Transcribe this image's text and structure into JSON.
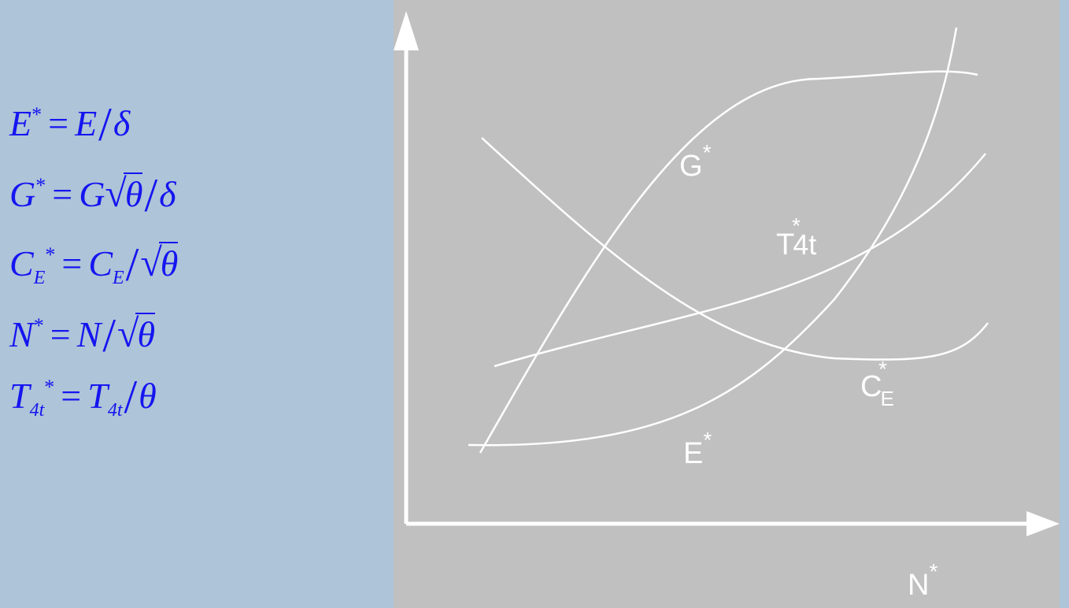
{
  "equations": [
    {
      "lhs": "E",
      "sup": "*",
      "sub": "",
      "rhs": [
        {
          "t": "E"
        },
        {
          "slash": true
        },
        {
          "t": "δ"
        }
      ]
    },
    {
      "lhs": "G",
      "sup": "*",
      "sub": "",
      "rhs": [
        {
          "t": "G"
        },
        {
          "sqrt": "θ"
        },
        {
          "slash": true
        },
        {
          "t": "δ"
        }
      ]
    },
    {
      "lhs": "C",
      "sup": "*",
      "sub": "E",
      "rhs": [
        {
          "t": "C",
          "sub": "E"
        },
        {
          "slash": true
        },
        {
          "sqrt": "θ"
        }
      ]
    },
    {
      "lhs": "N",
      "sup": "*",
      "sub": "",
      "rhs": [
        {
          "t": "N"
        },
        {
          "slash": true
        },
        {
          "sqrt": "θ"
        }
      ]
    },
    {
      "lhs": "T",
      "sup": "*",
      "sub": "4t",
      "rhs": [
        {
          "t": "T",
          "sub": "4t"
        },
        {
          "slash": true
        },
        {
          "t": "θ"
        }
      ]
    }
  ],
  "diagram": {
    "x_axis_label": {
      "base": "N",
      "sup": "*"
    },
    "curves": [
      {
        "name": "G",
        "sup": "*",
        "sub": ""
      },
      {
        "name": "T",
        "sup": "*",
        "sub": "4t"
      },
      {
        "name": "C",
        "sup": "*",
        "sub": "E"
      },
      {
        "name": "E",
        "sup": "*",
        "sub": ""
      }
    ],
    "colors": {
      "background": "#c0c0c0",
      "curve": "#ffffff",
      "page": "#aec4d8",
      "equation_text": "#1515f0"
    }
  }
}
